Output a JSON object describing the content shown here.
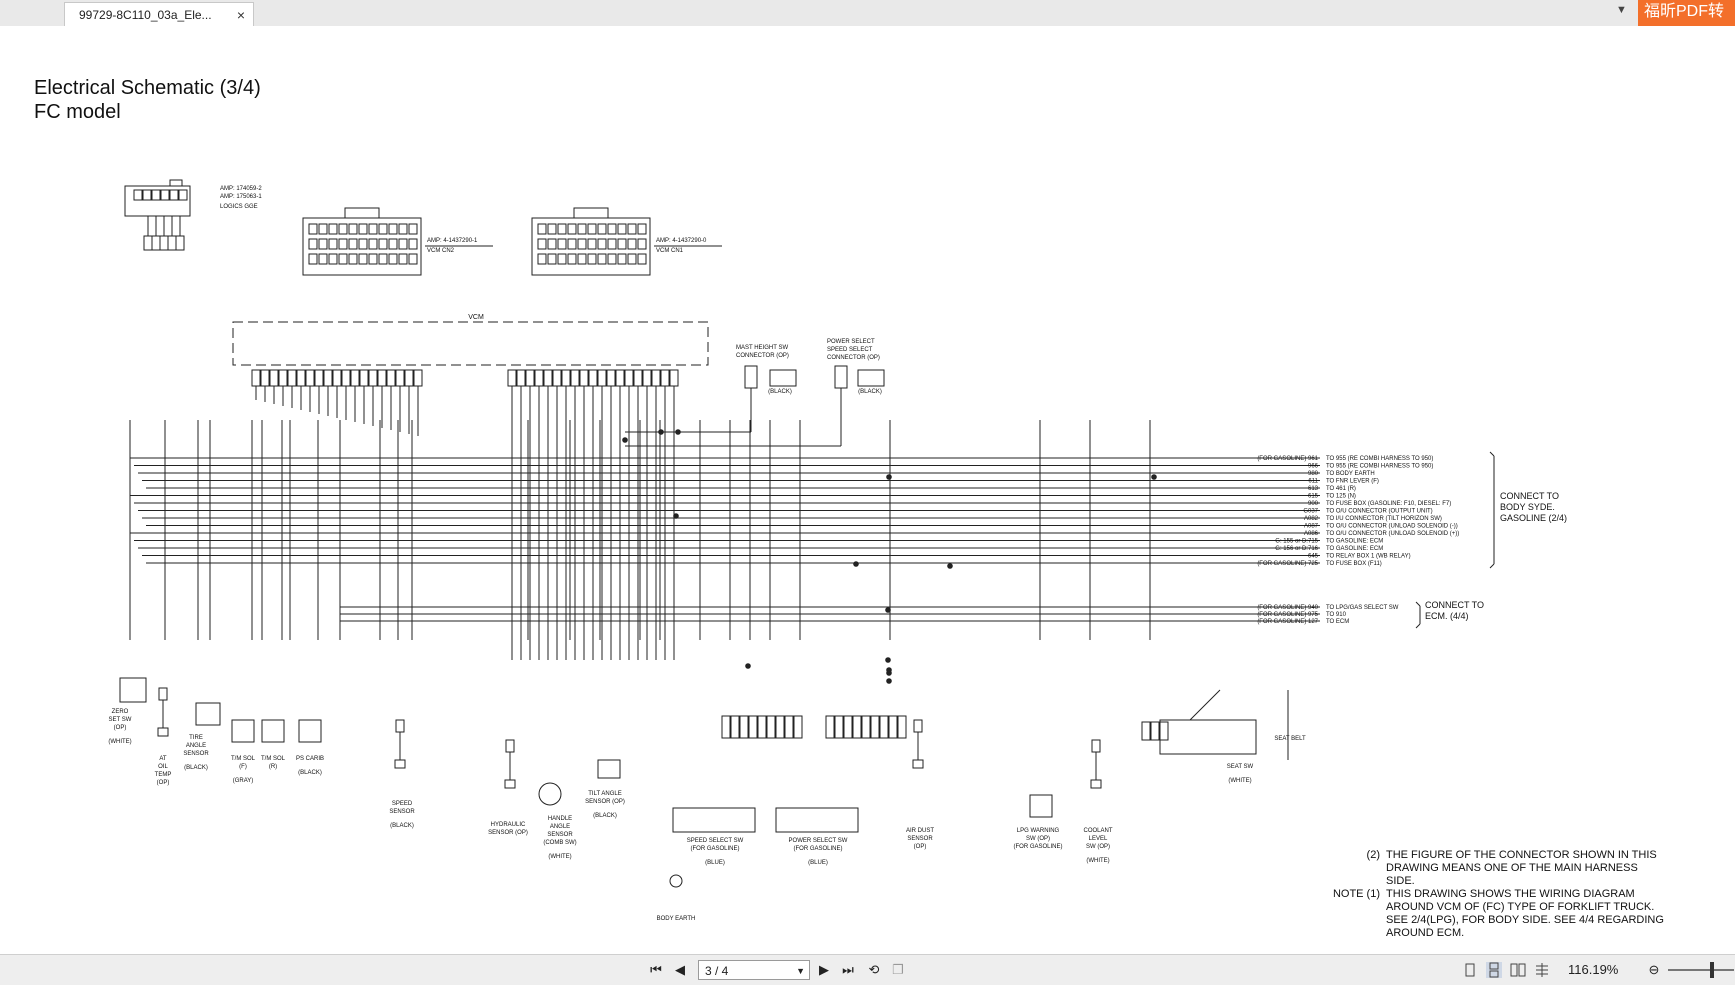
{
  "tab": {
    "title": "99729-8C110_03a_Ele...",
    "close": "×"
  },
  "brand": {
    "label": "福昕PDF转"
  },
  "page": {
    "title": "Electrical Schematic (3/4)",
    "subtitle": "FC model"
  },
  "schematic": {
    "connectors_top": [
      {
        "amp1": "AMP: 174059-2",
        "amp2": "AMP: 175063-1",
        "name": "LOGICS GGE"
      },
      {
        "amp": "AMP: 4-1437290-1",
        "name": "VCM CN2"
      },
      {
        "amp": "AMP: 4-1437290-0",
        "name": "VCM CN1"
      }
    ],
    "vcm_label": "VCM",
    "mast_height": [
      "MAST HEIGHT SW",
      "CONNECTOR (OP)",
      "(BLACK)"
    ],
    "power_select_top": [
      "POWER SELECT",
      "SPEED SELECT",
      "CONNECTOR (OP)",
      "(BLACK)"
    ],
    "right_lines": [
      {
        "from": "(FOR GASOLINE) 961",
        "to": "TO 955 (RE COMBI HARNESS TO 950)"
      },
      {
        "from": "966",
        "to": "TO 955 (RE COMBI HARNESS TO 950)"
      },
      {
        "from": "980",
        "to": "TO BODY EARTH"
      },
      {
        "from": "611",
        "to": "TO FNR LEVER (F)"
      },
      {
        "from": "613",
        "to": "TO 461 (R)"
      },
      {
        "from": "615",
        "to": "TO 125 (N)"
      },
      {
        "from": "900",
        "to": "TO FUSE BOX (GASOLINE: F10, DIESEL: F7)"
      },
      {
        "from": "G037",
        "to": "TO O/U CONNECTOR (OUTPUT UNIT)"
      },
      {
        "from": "A082",
        "to": "TO I/U CONNECTOR (TILT HORIZON SW)"
      },
      {
        "from": "A087",
        "to": "TO O/U CONNECTOR (UNLOAD SOLENOID (-))"
      },
      {
        "from": "A086",
        "to": "TO O/U CONNECTOR (UNLOAD SOLENOID (+))"
      },
      {
        "from": "G: 155 or D:715",
        "to": "TO GASOLINE: ECM"
      },
      {
        "from": "G: 156 or D:716",
        "to": "TO GASOLINE: ECM"
      },
      {
        "from": "645",
        "to": "TO RELAY BOX 1 (WB RELAY)"
      },
      {
        "from": "(FOR GASOLINE) 725",
        "to": "TO FUSE BOX (F11)"
      }
    ],
    "connect_body": [
      "CONNECT TO",
      "BODY SYDE.",
      "GASOLINE (2/4)"
    ],
    "ecm_lines": [
      {
        "from": "(FOR GASOLINE) 940",
        "to": "TO LPG/GAS SELECT SW"
      },
      {
        "from": "(FOR GASOLINE) 975",
        "to": "TO 910"
      },
      {
        "from": "(FOR GASOLINE) 127",
        "to": "TO ECM"
      }
    ],
    "connect_ecm": [
      "CONNECT TO",
      "ECM. (4/4)"
    ],
    "components": [
      {
        "label": [
          "ZERO",
          "SET SW",
          "(OP)"
        ],
        "color": "(WHITE)"
      },
      {
        "label": [
          "AT",
          "OIL",
          "TEMP",
          "(OP)"
        ]
      },
      {
        "label": [
          "TIRE",
          "ANGLE",
          "SENSOR"
        ],
        "color": "(BLACK)"
      },
      {
        "label": [
          "T/M SOL",
          "(F)"
        ],
        "color": "(GRAY)"
      },
      {
        "label": [
          "T/M SOL",
          "(R)"
        ]
      },
      {
        "label": [
          "PS CARIB"
        ],
        "color": "(BLACK)"
      },
      {
        "label": [
          "SPEED",
          "SENSOR"
        ],
        "color": "(BLACK)"
      },
      {
        "label": [
          "HYDRAULIC",
          "SENSOR (OP)"
        ]
      },
      {
        "label": [
          "HANDLE",
          "ANGLE",
          "SENSOR",
          "(COMB SW)"
        ],
        "color": "(WHITE)"
      },
      {
        "label": [
          "TILT ANGLE",
          "SENSOR (OP)"
        ],
        "color": "(BLACK)"
      },
      {
        "label": [
          "BODY EARTH"
        ]
      },
      {
        "label": [
          "SPEED SELECT SW",
          "(FOR GASOLINE)"
        ],
        "color": "(BLUE)"
      },
      {
        "label": [
          "POWER SELECT SW",
          "(FOR GASOLINE)"
        ],
        "color": "(BLUE)"
      },
      {
        "label": [
          "AIR DUST",
          "SENSOR",
          "(OP)"
        ]
      },
      {
        "label": [
          "LPG WARNING",
          "SW (OP)",
          "(FOR GASOLINE)"
        ]
      },
      {
        "label": [
          "COOLANT",
          "LEVEL",
          "SW (OP)"
        ],
        "color": "(WHITE)"
      },
      {
        "label": [
          "SEAT SW"
        ],
        "color": "(WHITE)"
      },
      {
        "label": [
          "SEAT BELT"
        ]
      }
    ],
    "notes": [
      {
        "num": "(2)",
        "lines": [
          "THE FIGURE OF THE CONNECTOR SHOWN IN THIS",
          "DRAWING MEANS ONE OF THE MAIN HARNESS",
          "SIDE."
        ]
      },
      {
        "num": "NOTE (1)",
        "lines": [
          "THIS DRAWING SHOWS THE WIRING DIAGRAM",
          "AROUND VCM OF (FC) TYPE OF FORKLIFT TRUCK.",
          "SEE 2/4(LPG), FOR BODY SIDE. SEE 4/4 REGARDING",
          "AROUND ECM."
        ]
      }
    ]
  },
  "statusbar": {
    "page_indicator": "3 / 4",
    "zoom": "116.19%"
  },
  "icons": {
    "first": "first-page-icon",
    "prev": "prev-page-icon",
    "next": "next-page-icon",
    "last": "last-page-icon",
    "dropdown": "chevron-down-icon"
  }
}
